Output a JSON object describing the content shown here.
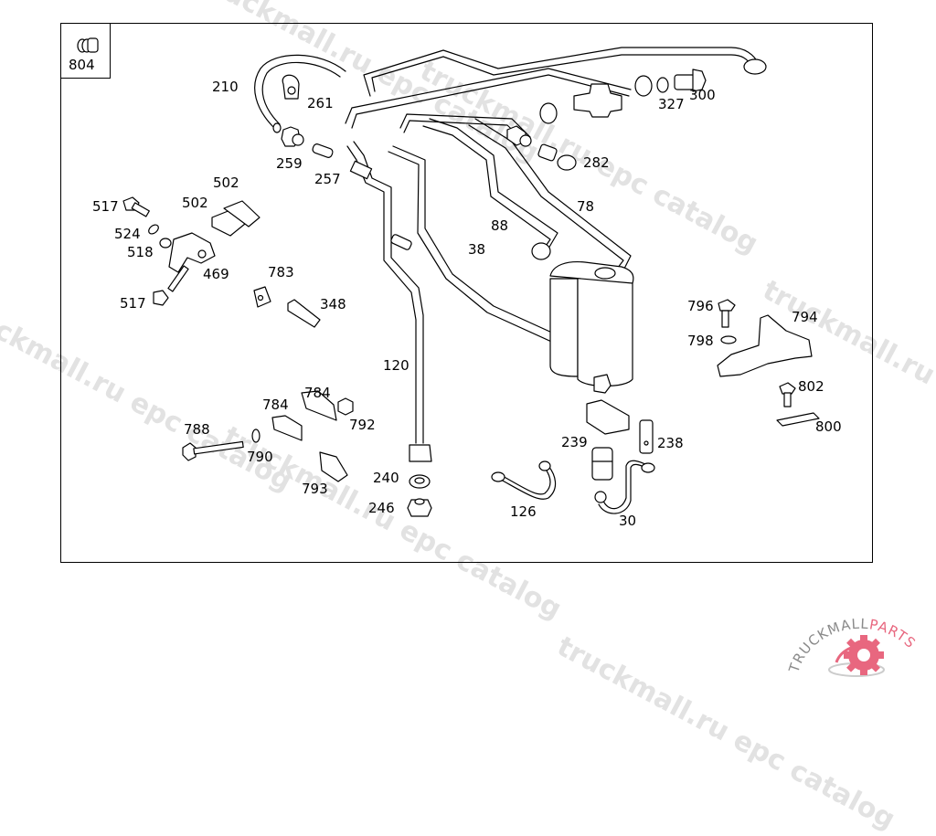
{
  "diagram": {
    "title": "Fuel lines and filter assembly exploded view",
    "watermarks": [
      "truckmall.ru epc catalog",
      "truckmall.ru epc catalog",
      "truckmall.ru epc catalog",
      "truckmall.ru epc catalog",
      "truckmall.ru epc catalog"
    ],
    "inset_label": "804",
    "part_labels": {
      "p210": "210",
      "p261": "261",
      "p259": "259",
      "p257": "257",
      "p502a": "502",
      "p502b": "502",
      "p517a": "517",
      "p524": "524",
      "p518": "518",
      "p469": "469",
      "p517b": "517",
      "p783": "783",
      "p348": "348",
      "p300": "300",
      "p327": "327",
      "p282": "282",
      "p78": "78",
      "p88": "88",
      "p38": "38",
      "p120": "120",
      "p796": "796",
      "p794": "794",
      "p798": "798",
      "p802": "802",
      "p800": "800",
      "p788": "788",
      "p784a": "784",
      "p784b": "784",
      "p792": "792",
      "p790": "790",
      "p793": "793",
      "p240": "240",
      "p246": "246",
      "p126": "126",
      "p239": "239",
      "p238": "238",
      "p30": "30"
    },
    "logo": {
      "text_left": "TRUCKMALL",
      "text_right": "PARTS",
      "accent": "#e8677f",
      "gray": "#8a8a8a"
    }
  }
}
